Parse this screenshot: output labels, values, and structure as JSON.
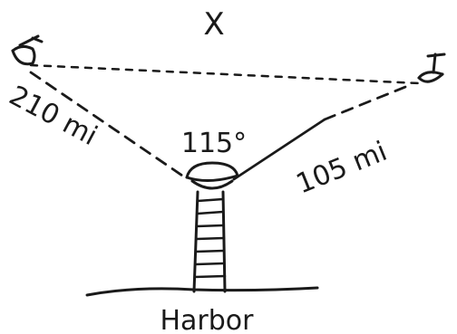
{
  "diagram": {
    "unknown_label": "X",
    "angle_label": "115°",
    "left_distance_label": "210 mi",
    "right_distance_label": "105 mi",
    "location_label": "Harbor",
    "left_ship_icon": "ship-icon",
    "right_ship_icon": "ship-icon",
    "ink_color": "#1a1a1a"
  }
}
